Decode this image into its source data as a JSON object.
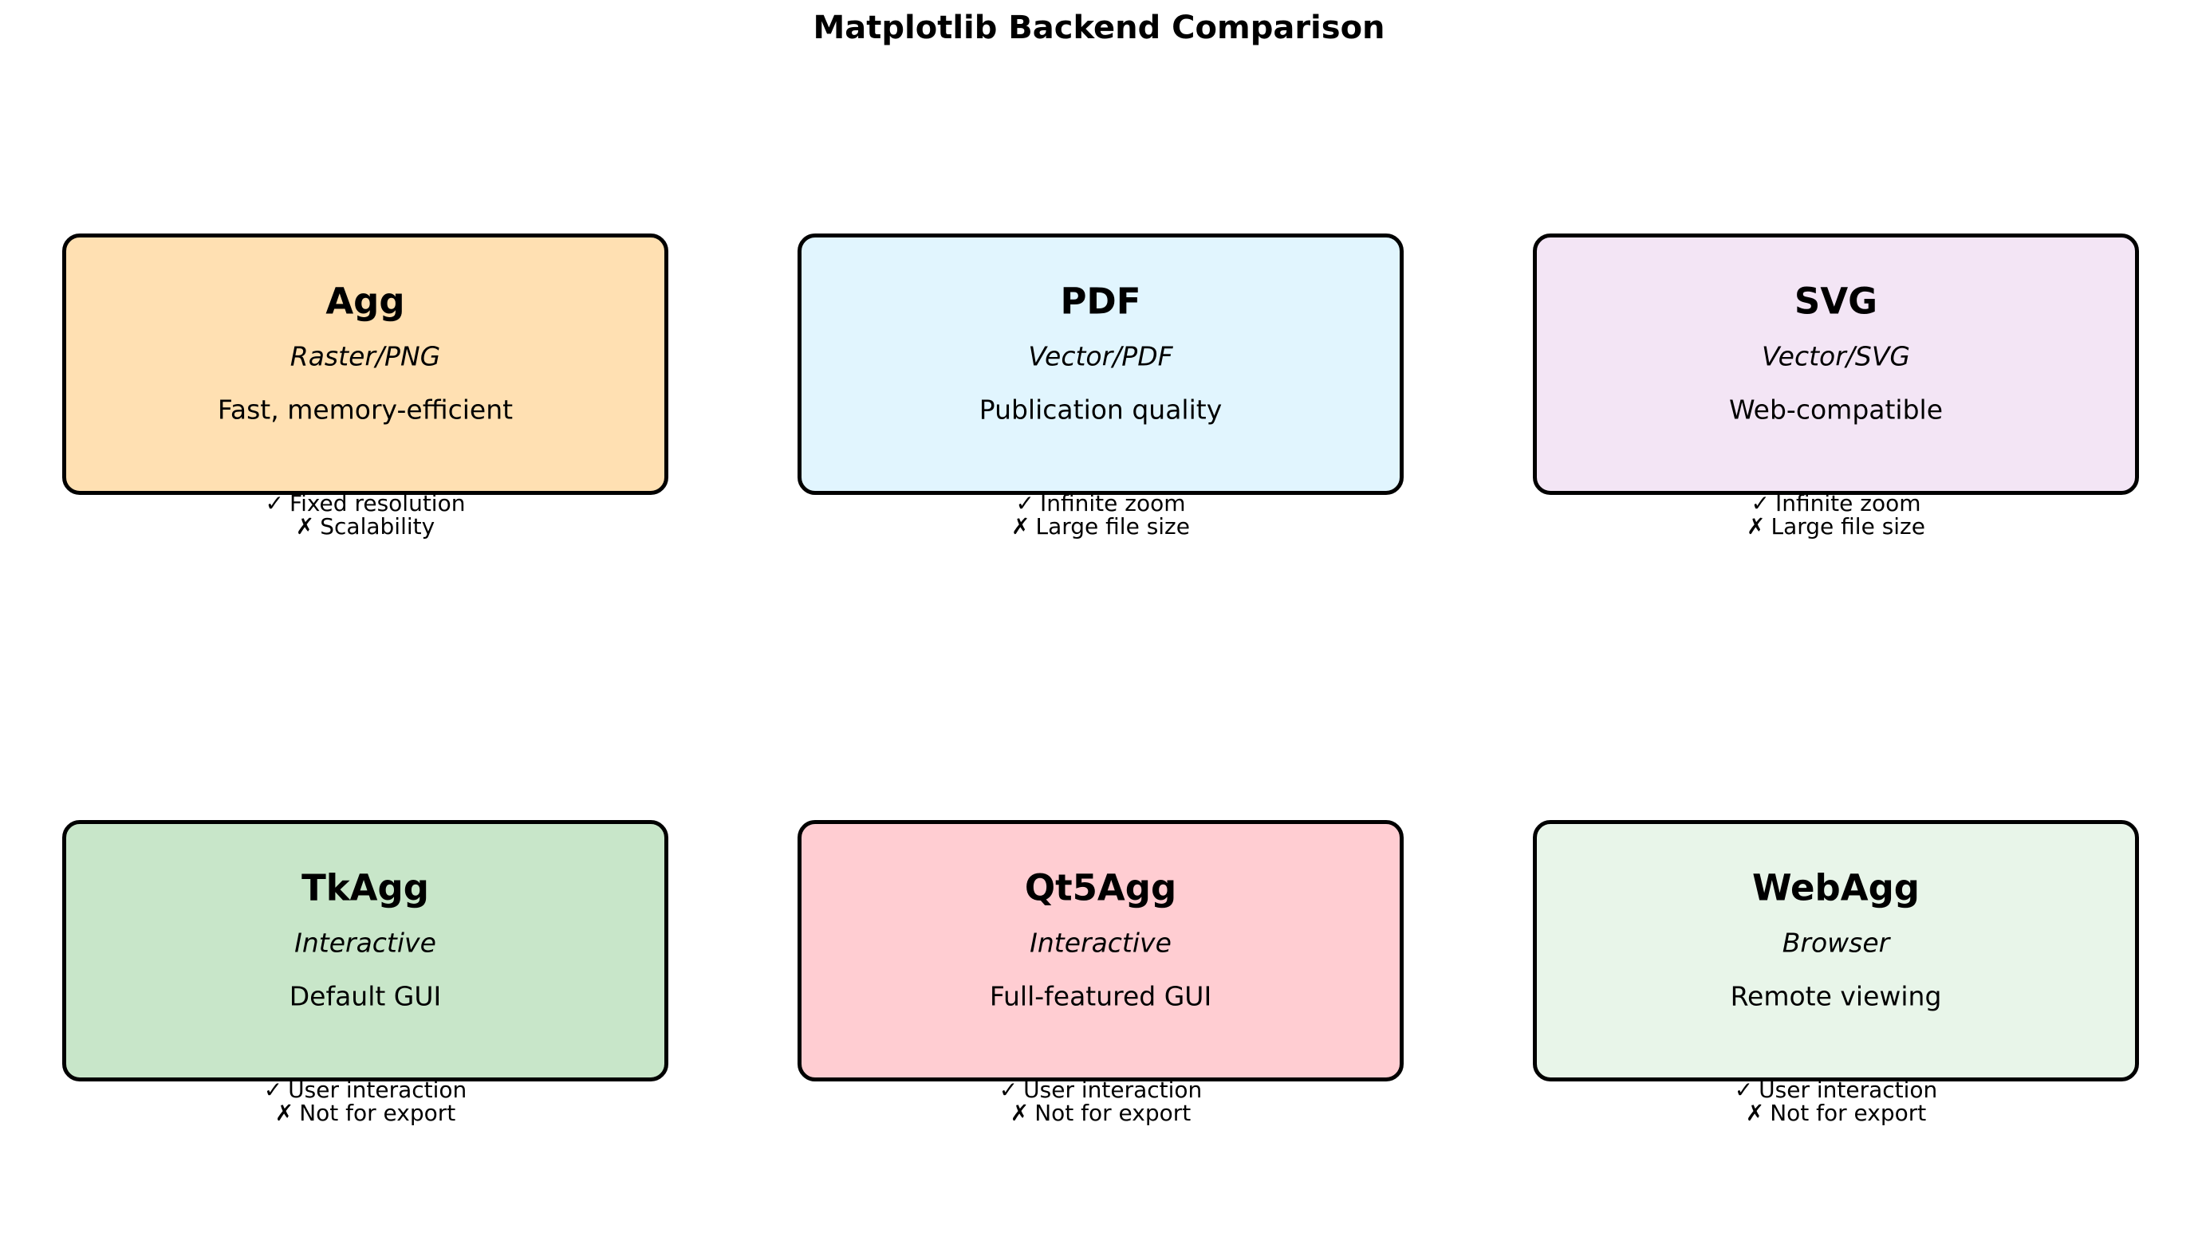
{
  "title": "Matplotlib Backend Comparison",
  "icons": {
    "check": "✓",
    "cross": "✗"
  },
  "colors": {
    "background": "#ffffff",
    "box_border": "#000000",
    "text": "#000000"
  },
  "backends": [
    {
      "name": "Agg",
      "type": "Raster/PNG",
      "description": "Fast, memory-efficient",
      "pro": "Fixed resolution",
      "con": "Scalability",
      "fill": "#FFE0B2"
    },
    {
      "name": "PDF",
      "type": "Vector/PDF",
      "description": "Publication quality",
      "pro": "Infinite zoom",
      "con": "Large file size",
      "fill": "#E1F5FE"
    },
    {
      "name": "SVG",
      "type": "Vector/SVG",
      "description": "Web-compatible",
      "pro": "Infinite zoom",
      "con": "Large file size",
      "fill": "#F3E5F5"
    },
    {
      "name": "TkAgg",
      "type": "Interactive",
      "description": "Default GUI",
      "pro": "User interaction",
      "con": "Not for export",
      "fill": "#C8E6C9"
    },
    {
      "name": "Qt5Agg",
      "type": "Interactive",
      "description": "Full-featured GUI",
      "pro": "User interaction",
      "con": "Not for export",
      "fill": "#FFCDD2"
    },
    {
      "name": "WebAgg",
      "type": "Browser",
      "description": "Remote viewing",
      "pro": "User interaction",
      "con": "Not for export",
      "fill": "#E8F5E9"
    }
  ]
}
